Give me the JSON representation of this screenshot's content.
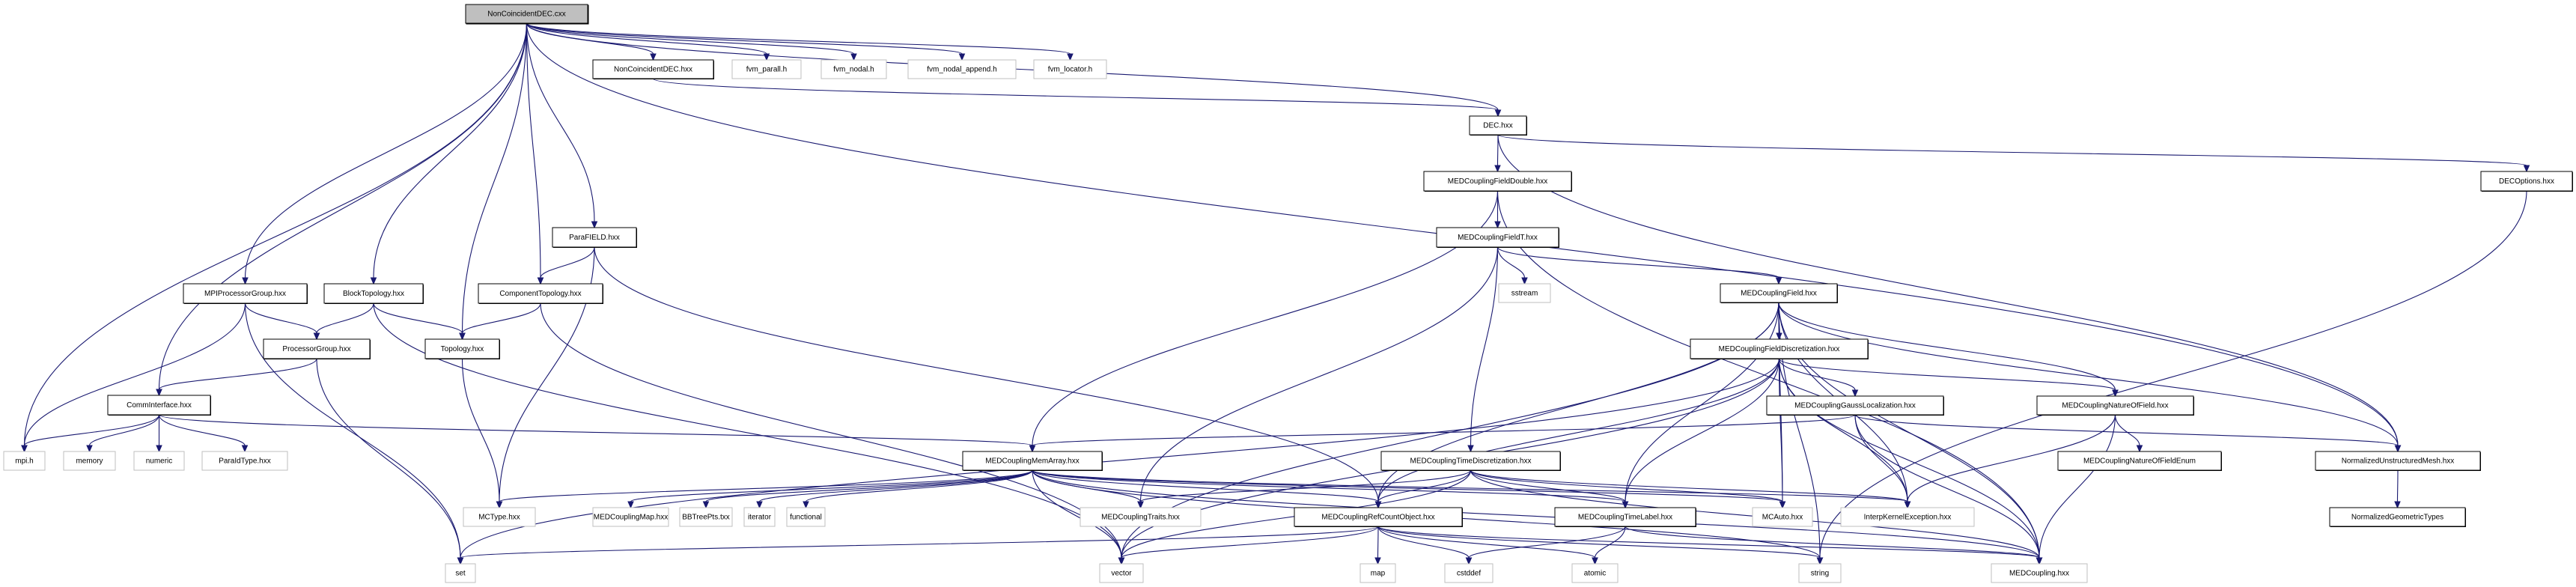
{
  "diagram": {
    "type": "include-dependency-graph",
    "root": "NonCoincidentDEC.cxx",
    "colors": {
      "edge": "#191970",
      "root_fill": "#bfbfbf",
      "local_border": "#000000",
      "system_border": "#bfbfbf"
    },
    "nodes": [
      {
        "id": "ncdec_cxx",
        "label": "NonCoincidentDEC.cxx",
        "kind": "root"
      },
      {
        "id": "ncdec_hxx",
        "label": "NonCoincidentDEC.hxx",
        "kind": "local"
      },
      {
        "id": "fvm_parall",
        "label": "fvm_parall.h",
        "kind": "system"
      },
      {
        "id": "fvm_nodal",
        "label": "fvm_nodal.h",
        "kind": "system"
      },
      {
        "id": "fvm_nodal_append",
        "label": "fvm_nodal_append.h",
        "kind": "system"
      },
      {
        "id": "fvm_locator",
        "label": "fvm_locator.h",
        "kind": "system"
      },
      {
        "id": "dec",
        "label": "DEC.hxx",
        "kind": "local"
      },
      {
        "id": "fielddouble",
        "label": "MEDCouplingFieldDouble.hxx",
        "kind": "local"
      },
      {
        "id": "decoptions",
        "label": "DECOptions.hxx",
        "kind": "local"
      },
      {
        "id": "fieldt",
        "label": "MEDCouplingFieldT.hxx",
        "kind": "local"
      },
      {
        "id": "parafield",
        "label": "ParaFIELD.hxx",
        "kind": "local"
      },
      {
        "id": "mpipg",
        "label": "MPIProcessorGroup.hxx",
        "kind": "local"
      },
      {
        "id": "blocktopo",
        "label": "BlockTopology.hxx",
        "kind": "local"
      },
      {
        "id": "comptopo",
        "label": "ComponentTopology.hxx",
        "kind": "local"
      },
      {
        "id": "sstream",
        "label": "sstream",
        "kind": "system"
      },
      {
        "id": "field",
        "label": "MEDCouplingField.hxx",
        "kind": "local"
      },
      {
        "id": "procgroup",
        "label": "ProcessorGroup.hxx",
        "kind": "local"
      },
      {
        "id": "topology",
        "label": "Topology.hxx",
        "kind": "local"
      },
      {
        "id": "fielddisc",
        "label": "MEDCouplingFieldDiscretization.hxx",
        "kind": "local"
      },
      {
        "id": "comminterface",
        "label": "CommInterface.hxx",
        "kind": "local"
      },
      {
        "id": "gaussloc",
        "label": "MEDCouplingGaussLocalization.hxx",
        "kind": "local"
      },
      {
        "id": "natureoffield",
        "label": "MEDCouplingNatureOfField.hxx",
        "kind": "local"
      },
      {
        "id": "mpi_h",
        "label": "mpi.h",
        "kind": "system"
      },
      {
        "id": "memory",
        "label": "memory",
        "kind": "system"
      },
      {
        "id": "numeric",
        "label": "numeric",
        "kind": "system"
      },
      {
        "id": "paraidtype",
        "label": "ParaIdType.hxx",
        "kind": "system"
      },
      {
        "id": "memarray",
        "label": "MEDCouplingMemArray.hxx",
        "kind": "local"
      },
      {
        "id": "timedisc",
        "label": "MEDCouplingTimeDiscretization.hxx",
        "kind": "local"
      },
      {
        "id": "natureenum",
        "label": "MEDCouplingNatureOfFieldEnum",
        "kind": "local"
      },
      {
        "id": "normmesh",
        "label": "NormalizedUnstructuredMesh.hxx",
        "kind": "local"
      },
      {
        "id": "mctype",
        "label": "MCType.hxx",
        "kind": "system"
      },
      {
        "id": "mcmap",
        "label": "MEDCouplingMap.hxx",
        "kind": "system"
      },
      {
        "id": "bbtree",
        "label": "BBTreePts.txx",
        "kind": "system"
      },
      {
        "id": "iterator",
        "label": "iterator",
        "kind": "system"
      },
      {
        "id": "functional",
        "label": "functional",
        "kind": "system"
      },
      {
        "id": "traits",
        "label": "MEDCouplingTraits.hxx",
        "kind": "system"
      },
      {
        "id": "refcount",
        "label": "MEDCouplingRefCountObject.hxx",
        "kind": "local"
      },
      {
        "id": "timelabel",
        "label": "MEDCouplingTimeLabel.hxx",
        "kind": "local"
      },
      {
        "id": "mcauto",
        "label": "MCAuto.hxx",
        "kind": "system"
      },
      {
        "id": "interpexc",
        "label": "InterpKernelException.hxx",
        "kind": "system"
      },
      {
        "id": "normgeom",
        "label": "NormalizedGeometricTypes",
        "kind": "local"
      },
      {
        "id": "set",
        "label": "set",
        "kind": "system"
      },
      {
        "id": "vector",
        "label": "vector",
        "kind": "system"
      },
      {
        "id": "map",
        "label": "map",
        "kind": "system"
      },
      {
        "id": "cstddef",
        "label": "cstddef",
        "kind": "system"
      },
      {
        "id": "atomic",
        "label": "atomic",
        "kind": "system"
      },
      {
        "id": "string",
        "label": "string",
        "kind": "system"
      },
      {
        "id": "medcoupling",
        "label": "MEDCoupling.hxx",
        "kind": "system"
      }
    ],
    "edges": [
      [
        "ncdec_cxx",
        "ncdec_hxx"
      ],
      [
        "ncdec_cxx",
        "fvm_parall"
      ],
      [
        "ncdec_cxx",
        "fvm_nodal"
      ],
      [
        "ncdec_cxx",
        "fvm_nodal_append"
      ],
      [
        "ncdec_cxx",
        "fvm_locator"
      ],
      [
        "ncdec_cxx",
        "dec"
      ],
      [
        "ncdec_cxx",
        "mpi_h"
      ],
      [
        "ncdec_cxx",
        "comminterface"
      ],
      [
        "ncdec_cxx",
        "mpipg"
      ],
      [
        "ncdec_cxx",
        "blocktopo"
      ],
      [
        "ncdec_cxx",
        "topology"
      ],
      [
        "ncdec_cxx",
        "comptopo"
      ],
      [
        "ncdec_cxx",
        "parafield"
      ],
      [
        "ncdec_cxx",
        "normmesh"
      ],
      [
        "ncdec_hxx",
        "dec"
      ],
      [
        "dec",
        "fielddouble"
      ],
      [
        "dec",
        "decoptions"
      ],
      [
        "dec",
        "normmesh"
      ],
      [
        "fielddouble",
        "fieldt"
      ],
      [
        "fielddouble",
        "memarray"
      ],
      [
        "fielddouble",
        "medcoupling"
      ],
      [
        "decoptions",
        "string"
      ],
      [
        "fieldt",
        "field"
      ],
      [
        "fieldt",
        "sstream"
      ],
      [
        "fieldt",
        "timedisc"
      ],
      [
        "fieldt",
        "traits"
      ],
      [
        "parafield",
        "comptopo"
      ],
      [
        "parafield",
        "mctype"
      ],
      [
        "parafield",
        "refcount"
      ],
      [
        "mpipg",
        "procgroup"
      ],
      [
        "mpipg",
        "mpi_h"
      ],
      [
        "mpipg",
        "set"
      ],
      [
        "blocktopo",
        "procgroup"
      ],
      [
        "blocktopo",
        "topology"
      ],
      [
        "blocktopo",
        "vector"
      ],
      [
        "comptopo",
        "topology"
      ],
      [
        "comptopo",
        "vector"
      ],
      [
        "procgroup",
        "comminterface"
      ],
      [
        "procgroup",
        "set"
      ],
      [
        "topology",
        "mctype"
      ],
      [
        "comminterface",
        "mpi_h"
      ],
      [
        "comminterface",
        "memory"
      ],
      [
        "comminterface",
        "numeric"
      ],
      [
        "comminterface",
        "paraidtype"
      ],
      [
        "comminterface",
        "memarray"
      ],
      [
        "field",
        "fielddisc"
      ],
      [
        "field",
        "natureoffield"
      ],
      [
        "field",
        "refcount"
      ],
      [
        "field",
        "timelabel"
      ],
      [
        "field",
        "mcauto"
      ],
      [
        "field",
        "interpexc"
      ],
      [
        "field",
        "normmesh"
      ],
      [
        "field",
        "medcoupling"
      ],
      [
        "field",
        "vector"
      ],
      [
        "field",
        "string"
      ],
      [
        "fielddisc",
        "gaussloc"
      ],
      [
        "fielddisc",
        "natureoffield"
      ],
      [
        "fielddisc",
        "refcount"
      ],
      [
        "fielddisc",
        "mcauto"
      ],
      [
        "fielddisc",
        "interpexc"
      ],
      [
        "fielddisc",
        "timelabel"
      ],
      [
        "fielddisc",
        "set"
      ],
      [
        "fielddisc",
        "vector"
      ],
      [
        "fielddisc",
        "medcoupling"
      ],
      [
        "gaussloc",
        "memarray"
      ],
      [
        "gaussloc",
        "normmesh"
      ],
      [
        "gaussloc",
        "interpexc"
      ],
      [
        "gaussloc",
        "medcoupling"
      ],
      [
        "natureoffield",
        "natureenum"
      ],
      [
        "natureoffield",
        "interpexc"
      ],
      [
        "natureoffield",
        "medcoupling"
      ],
      [
        "normmesh",
        "normgeom"
      ],
      [
        "memarray",
        "mctype"
      ],
      [
        "memarray",
        "mcmap"
      ],
      [
        "memarray",
        "bbtree"
      ],
      [
        "memarray",
        "iterator"
      ],
      [
        "memarray",
        "functional"
      ],
      [
        "memarray",
        "traits"
      ],
      [
        "memarray",
        "refcount"
      ],
      [
        "memarray",
        "timelabel"
      ],
      [
        "memarray",
        "mcauto"
      ],
      [
        "memarray",
        "interpexc"
      ],
      [
        "memarray",
        "vector"
      ],
      [
        "memarray",
        "string"
      ],
      [
        "memarray",
        "medcoupling"
      ],
      [
        "timedisc",
        "traits"
      ],
      [
        "timedisc",
        "refcount"
      ],
      [
        "timedisc",
        "timelabel"
      ],
      [
        "timedisc",
        "mcauto"
      ],
      [
        "timedisc",
        "interpexc"
      ],
      [
        "timedisc",
        "vector"
      ],
      [
        "timedisc",
        "medcoupling"
      ],
      [
        "refcount",
        "set"
      ],
      [
        "refcount",
        "vector"
      ],
      [
        "refcount",
        "map"
      ],
      [
        "refcount",
        "cstddef"
      ],
      [
        "refcount",
        "atomic"
      ],
      [
        "refcount",
        "string"
      ],
      [
        "refcount",
        "medcoupling"
      ],
      [
        "timelabel",
        "cstddef"
      ],
      [
        "timelabel",
        "atomic"
      ],
      [
        "timelabel",
        "medcoupling"
      ]
    ]
  }
}
